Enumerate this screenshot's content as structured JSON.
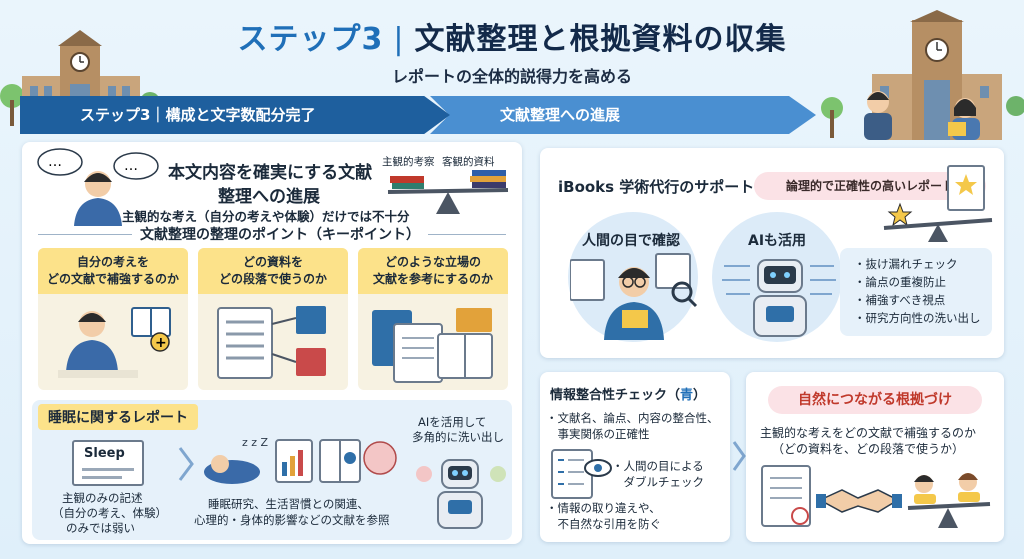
{
  "title": {
    "step": "ステップ3",
    "text": "文献整理と根拠資料の収集"
  },
  "subtitle": "レポートの全体的説得力を高める",
  "arrows": {
    "first": "ステップ3｜構成と文字数配分完了",
    "second": "文献整理への進展"
  },
  "left_card": {
    "heading_line1": "本文内容を確実にする文献",
    "heading_line2": "整理への進展",
    "note": "主観的な考え（自分の考えや体験）だけでは不十分",
    "scale_label_left": "主観的考察",
    "scale_label_right": "客観的資料",
    "points_title": "文献整理の整理のポイント（キーポイント）",
    "points": [
      {
        "line1": "自分の考えを",
        "line2": "どの文献で補強するのか"
      },
      {
        "line1": "どの資料を",
        "line2": "どの段落で使うのか"
      },
      {
        "line1": "どのような立場の",
        "line2": "文献を参考にするのか"
      }
    ]
  },
  "sleep_report": {
    "title": "睡眠に関するレポート",
    "doc_label": "Sleep",
    "left_text": [
      "主観のみの記述",
      "（自分の考え、体験）",
      "のみでは弱い"
    ],
    "middle_text": [
      "睡眠研究、生活習慣との関連、",
      "心理的・身体的影響などの文献を参照"
    ],
    "ai_text": [
      "AIを活用して",
      "多角的に洗い出し"
    ]
  },
  "support_card": {
    "title": "iBooks 学術代行のサポート",
    "pill": "論理的で正確性の高いレポート",
    "human_label": "人間の目で確認",
    "ai_label": "AIも活用",
    "bullets": [
      "・抜け漏れチェック",
      "・論点の重複防止",
      "・補強すべき視点",
      "・研究方向性の洗い出し"
    ]
  },
  "check_card": {
    "title_prefix": "情報整合性チェック（",
    "title_accent": "青",
    "title_suffix": "）",
    "items": [
      [
        "・文献名、論点、内容の整合性、",
        "　事実関係の正確性"
      ],
      [
        "・人間の目による",
        "　ダブルチェック"
      ],
      [
        "・情報の取り違えや、",
        "　不自然な引用を防ぐ"
      ]
    ]
  },
  "evidence_card": {
    "pill": "自然につながる根拠づけ",
    "line1": "主観的な考えをどの文献で補強するのか",
    "line2": "（どの資料を、どの段落で使うか）"
  },
  "colors": {
    "brand": "#1f6fb8",
    "arrow_dark": "#1e5f9e",
    "arrow_light": "#4a8fd1",
    "yellow": "#fce28a",
    "pink": "#fbe2e6"
  }
}
